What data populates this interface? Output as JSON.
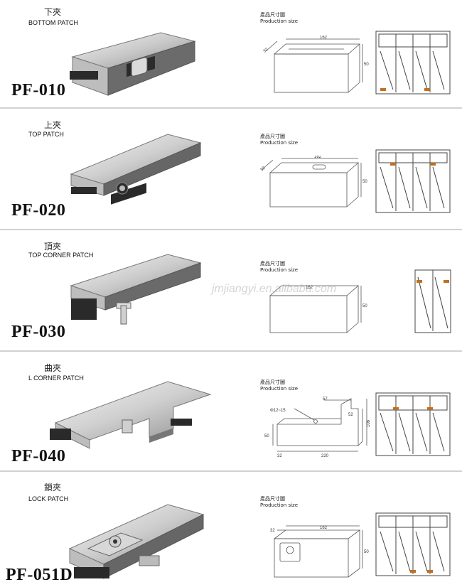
{
  "watermark": "jmjiangyi.en.alibaba.com",
  "size_heading_cn": "產品尺寸圖",
  "size_heading_en": "Production size",
  "products": [
    {
      "cn": "下夾",
      "en": "BOTTOM PATCH",
      "code": "PF-010",
      "dims": {
        "length": "162",
        "width": "32",
        "height": "50"
      }
    },
    {
      "cn": "上夾",
      "en": "TOP PATCH",
      "code": "PF-020",
      "dims": {
        "length": "162",
        "width": "32",
        "height": "50"
      }
    },
    {
      "cn": "頂夾",
      "en": "TOP CORNER PATCH",
      "code": "PF-030",
      "dims": {
        "length": "162",
        "height": "50"
      }
    },
    {
      "cn": "曲夾",
      "en": "L CORNER PATCH",
      "code": "PF-040",
      "dims": {
        "hole": "Φ12~15",
        "a": "57",
        "b": "52",
        "c": "106",
        "d": "50",
        "e": "32",
        "f": "220"
      }
    },
    {
      "cn": "鎖夾",
      "en": "LOCK PATCH",
      "code": "PF-051D",
      "dims": {
        "width": "32",
        "length": "162",
        "height": "50"
      }
    }
  ]
}
